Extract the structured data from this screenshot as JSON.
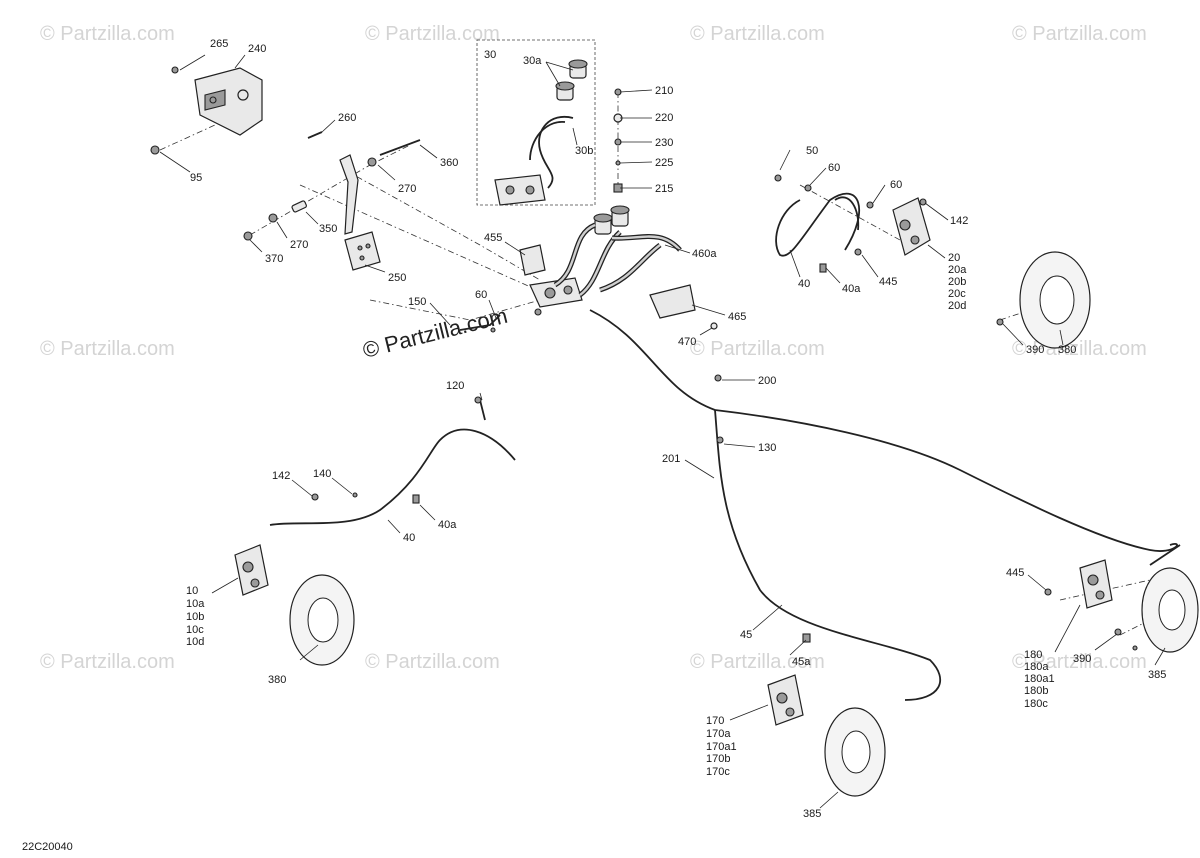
{
  "diagram_code": "22C20040",
  "watermark_text": "© Partzilla.com",
  "center_watermark": "© Partzilla.com",
  "callouts": {
    "c265": "265",
    "c240": "240",
    "c95": "95",
    "c260": "260",
    "c360": "360",
    "c270a": "270",
    "c270b": "270",
    "c350": "350",
    "c370": "370",
    "c250": "250",
    "c30": "30",
    "c30a": "30a",
    "c30b": "30b",
    "c210": "210",
    "c220": "220",
    "c230": "230",
    "c225": "225",
    "c215": "215",
    "c455": "455",
    "c460a": "460a",
    "c465": "465",
    "c470": "470",
    "c150": "150",
    "c60a": "60",
    "c50": "50",
    "c60b": "60",
    "c60c": "60",
    "c142a": "142",
    "c40a": "40",
    "c40aa": "40a",
    "c445a": "445",
    "c20": "20",
    "c20a": "20a",
    "c20b": "20b",
    "c20c": "20c",
    "c20d": "20d",
    "c390a": "390",
    "c380a": "380",
    "c120": "120",
    "c142b": "142",
    "c140": "140",
    "c40b": "40",
    "c40ab": "40a",
    "c10": "10",
    "c10a": "10a",
    "c10b": "10b",
    "c10c": "10c",
    "c10d": "10d",
    "c380b": "380",
    "c200": "200",
    "c130": "130",
    "c201": "201",
    "c445b": "445",
    "c45": "45",
    "c45a": "45a",
    "c180": "180",
    "c180a": "180a",
    "c180a1": "180a1",
    "c180b": "180b",
    "c180c": "180c",
    "c390b": "390",
    "c385a": "385",
    "c170": "170",
    "c170a": "170a",
    "c170a1": "170a1",
    "c170b": "170b",
    "c170c": "170c",
    "c385b": "385"
  },
  "icons": {
    "brake_disc": "brake-disc-icon",
    "caliper": "brake-caliper-icon",
    "pedal": "brake-pedal-icon",
    "master_cylinder": "master-cylinder-icon",
    "reservoir": "reservoir-icon"
  }
}
